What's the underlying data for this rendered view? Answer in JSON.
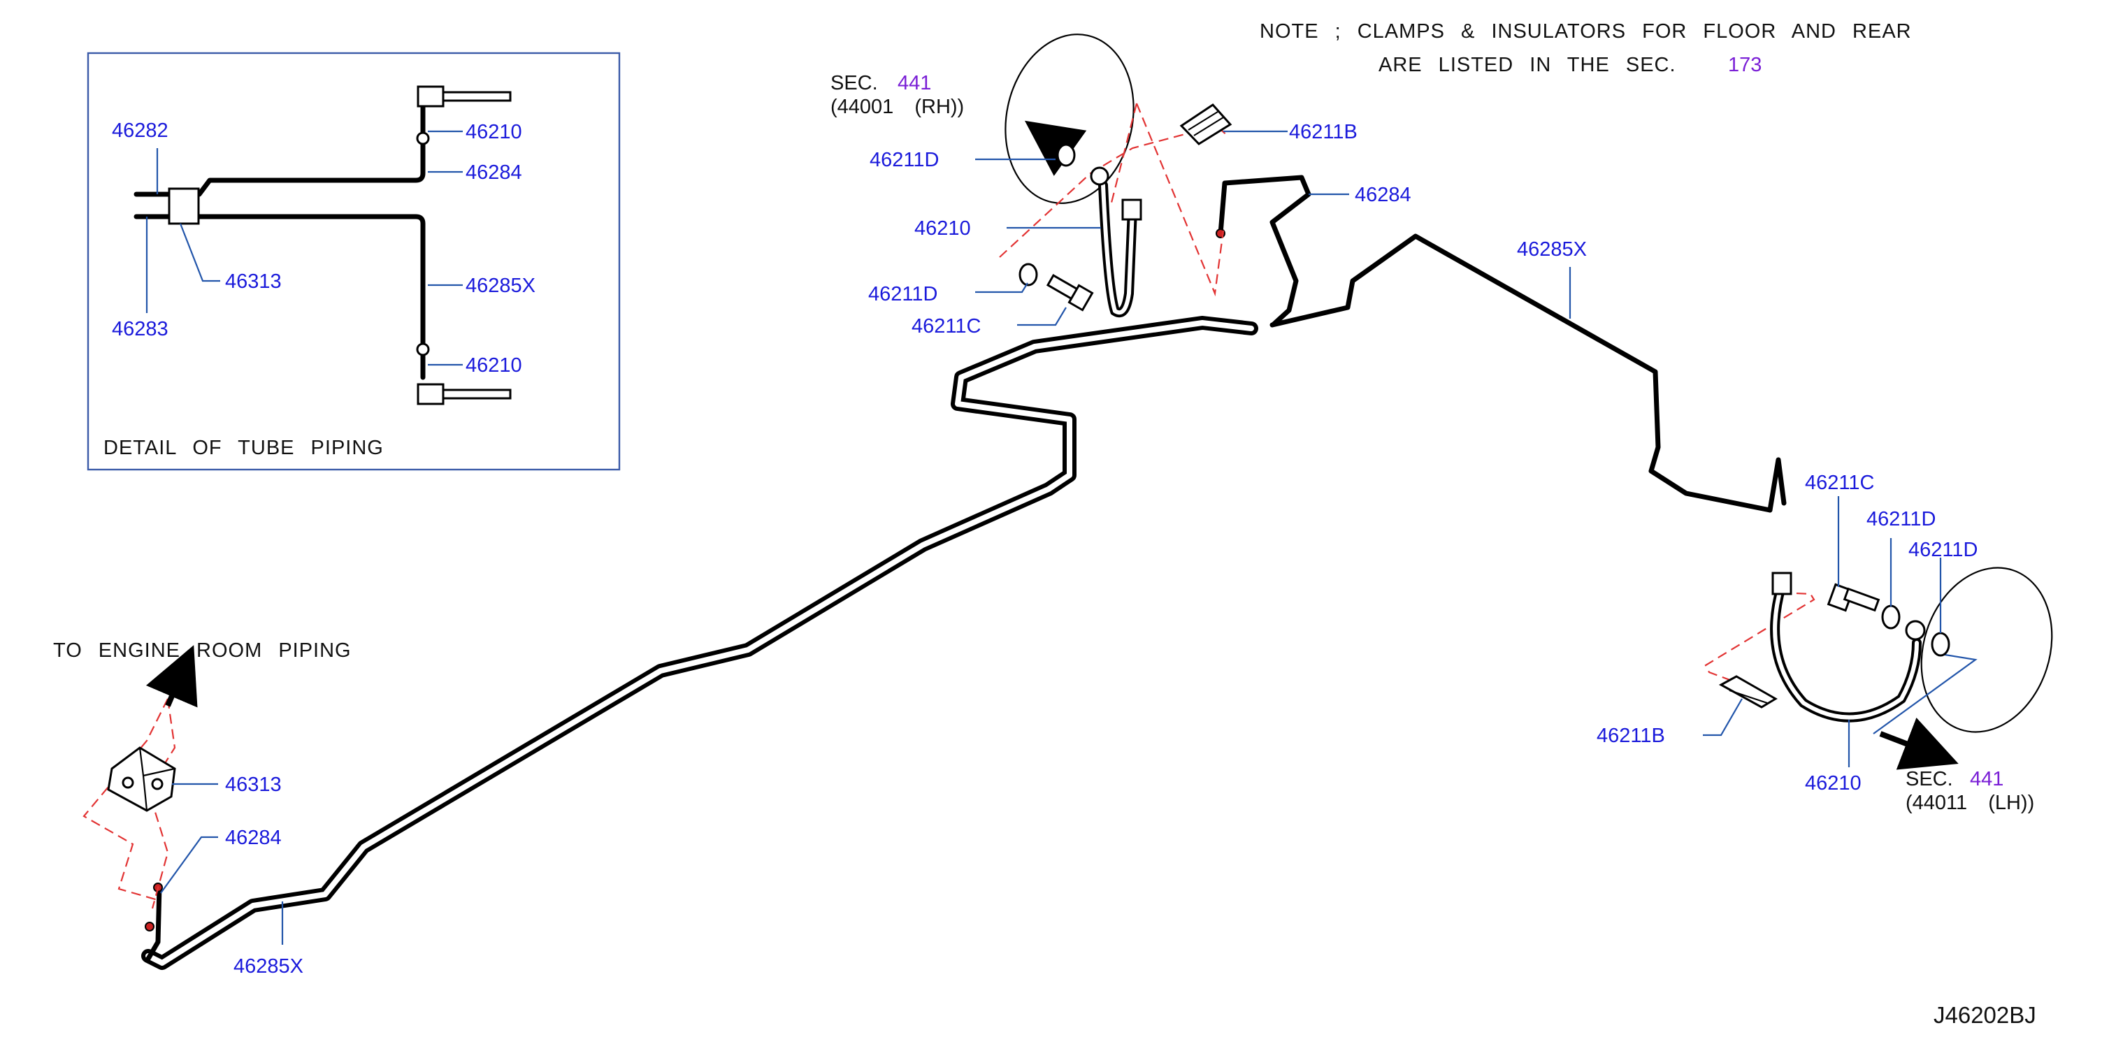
{
  "diagram_code": "J46202BJ",
  "note": {
    "line1": "NOTE ; CLAMPS & INSULATORS FOR FLOOR AND REAR",
    "line2": "ARE LISTED IN THE SEC.",
    "sec": "173"
  },
  "detail": {
    "caption": "DETAIL OF TUBE PIPING",
    "labels": {
      "p46282": "46282",
      "p46210_top": "46210",
      "p46284": "46284",
      "p46313": "46313",
      "p46285x": "46285X",
      "p46283": "46283",
      "p46210_bottom": "46210"
    }
  },
  "sec_rh": {
    "prefix": "SEC.",
    "number": "441",
    "sub": "(44001 (RH))"
  },
  "sec_lh": {
    "prefix": "SEC.",
    "number": "441",
    "sub": "(44011 (LH))"
  },
  "engine_room": "TO ENGINE ROOM PIPING",
  "labels": {
    "rh_46211d_a": "46211D",
    "rh_46210": "46210",
    "rh_46211d_b": "46211D",
    "rh_46211c": "46211C",
    "rh_46211b": "46211B",
    "p46284_mid": "46284",
    "p46285x_mid": "46285X",
    "lh_46211c": "46211C",
    "lh_46211d_a": "46211D",
    "lh_46211d_b": "46211D",
    "lh_46211b": "46211B",
    "lh_46210": "46210",
    "front_46313": "46313",
    "front_46284": "46284",
    "front_46285x": "46285X"
  }
}
